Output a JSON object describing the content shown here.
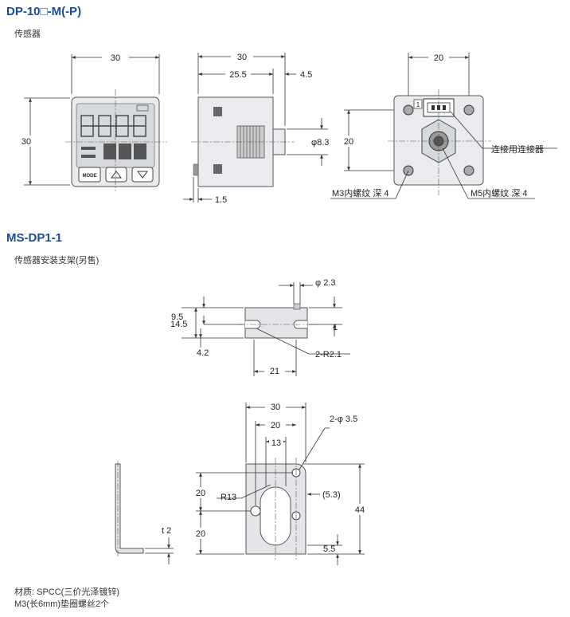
{
  "section1": {
    "title": "DP-10□-M(-P)",
    "subtitle": "传感器",
    "front": {
      "width": "30",
      "height": "30",
      "btn_mode": "MODE"
    },
    "side": {
      "width": "30",
      "depth": "25.5",
      "offset": "4.5",
      "dia": "φ8.3",
      "bottom": "1.5"
    },
    "rear": {
      "hole_pitch_h": "20",
      "hole_pitch_v": "20",
      "connector_label": "连接用连接器",
      "m3_label": "M3内螺纹  深 4",
      "m5_label": "M5内螺纹  深 4",
      "pin_mark": "1"
    }
  },
  "section2": {
    "title": "MS-DP1-1",
    "subtitle": "传感器安装支架(另售)",
    "top_view": {
      "hole_dia": "φ 2.3",
      "height": "14.5",
      "mid": "9.5",
      "right": "1",
      "low": "4.2",
      "radius": "2-R2.1",
      "width": "21"
    },
    "bracket": {
      "w30": "30",
      "w20": "20",
      "w13": "13",
      "holes": "2-φ 3.5",
      "r13": "R13",
      "off": "(5.3)",
      "h20a": "20",
      "h20b": "20",
      "h44": "44",
      "b55": "5.5",
      "thick": "t 2"
    }
  },
  "notes": {
    "material": "材质:  SPCC(三价光泽镀锌)",
    "screws": "M3(长6mm)垫圈螺丝2个"
  }
}
